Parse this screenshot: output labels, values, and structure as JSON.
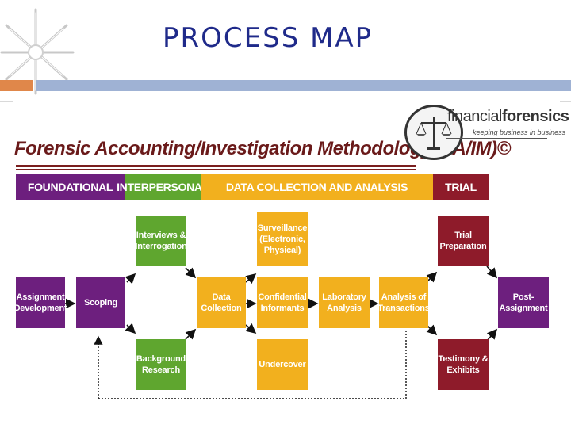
{
  "slide": {
    "title": "PROCESS MAP",
    "accent_colors": {
      "orange": "#e0874a",
      "blue": "#9fb2d4",
      "title": "#1f2a8a"
    }
  },
  "figure": {
    "title": "Forensic Accounting/Investigation Methodology (FA/IM)©",
    "logo": {
      "brand_light": "financial",
      "brand_bold": "forensics",
      "tagline": "keeping business in business",
      "icon": "scales-of-justice-icon"
    },
    "phases": [
      {
        "label": "FOUNDATIONAL",
        "color": "#6d1f7e"
      },
      {
        "label": "INTERPERSONAL",
        "color": "#5fa62f"
      },
      {
        "label": "DATA COLLECTION AND ANALYSIS",
        "color": "#f2b01e"
      },
      {
        "label": "TRIAL",
        "color": "#8e1b2a"
      }
    ],
    "steps": {
      "assignment_development": "Assignment Development",
      "scoping": "Scoping",
      "interviews": "Interviews & Interrogation",
      "background_research": "Background Research",
      "data_collection": "Data Collection",
      "surveillance": "Surveillance (Electronic, Physical)",
      "confidential_informants": "Confidential Informants",
      "undercover": "Undercover",
      "laboratory_analysis": "Laboratory Analysis",
      "analysis_transactions": "Analysis of Transactions",
      "trial_preparation": "Trial Preparation",
      "testimony_exhibits": "Testimony & Exhibits",
      "post_assignment": "Post-Assignment"
    }
  }
}
